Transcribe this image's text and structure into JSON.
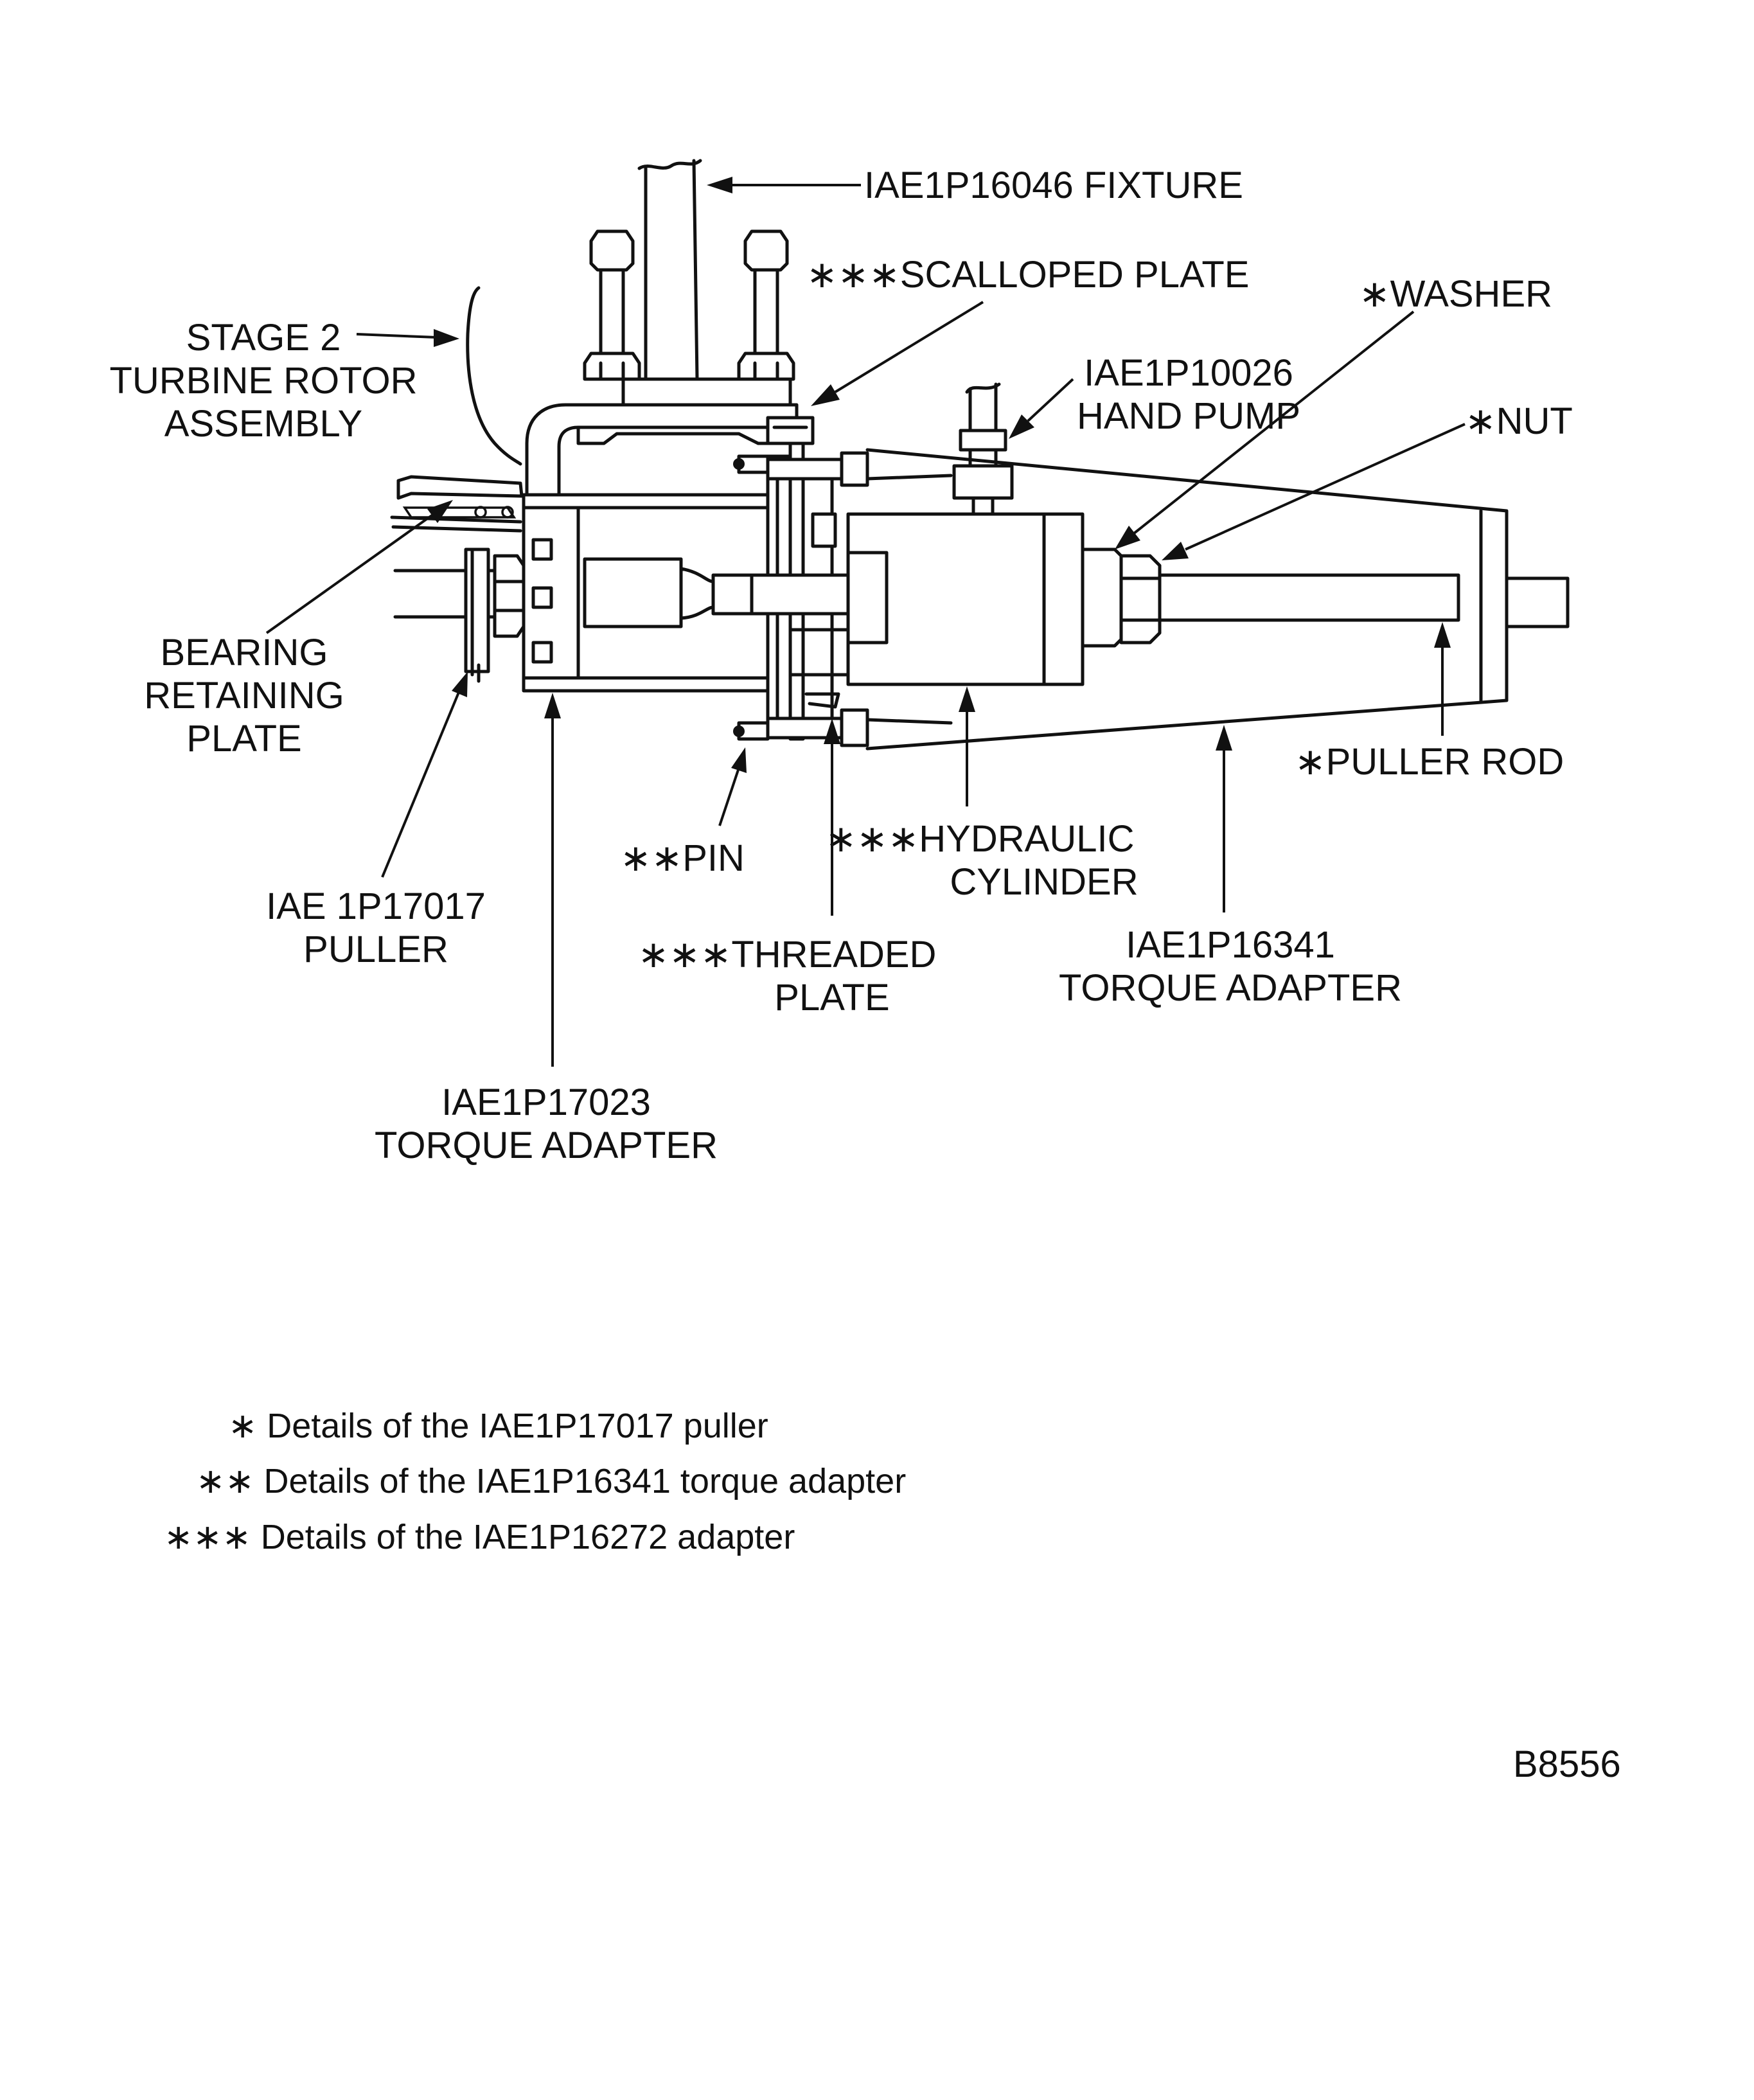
{
  "labels": {
    "fixture": "IAE1P16046 FIXTURE",
    "scalloped_plate": "∗∗∗SCALLOPED PLATE",
    "washer": "∗WASHER",
    "stage2_line1": "STAGE 2",
    "stage2_line2": "TURBINE ROTOR",
    "stage2_line3": "ASSEMBLY",
    "hand_pump_line1": "IAE1P10026",
    "hand_pump_line2": "HAND PUMP",
    "nut": "∗NUT",
    "bearing_line1": "BEARING",
    "bearing_line2": "RETAINING",
    "bearing_line3": "PLATE",
    "puller_rod": "∗PULLER ROD",
    "pin": "∗∗PIN",
    "hydraulic_line1": "∗∗∗HYDRAULIC",
    "hydraulic_line2": "CYLINDER",
    "puller_line1": "IAE 1P17017",
    "puller_line2": "PULLER",
    "threaded_line1": "∗∗∗THREADED",
    "threaded_line2": "PLATE",
    "torque16341_line1": "IAE1P16341",
    "torque16341_line2": "TORQUE ADAPTER",
    "torque17023_line1": "IAE1P17023",
    "torque17023_line2": "TORQUE ADAPTER"
  },
  "notes": [
    "∗ Details of the IAE1P17017 puller",
    "∗∗ Details of the IAE1P16341 torque adapter",
    "∗∗∗ Details of the IAE1P16272 adapter"
  ],
  "figure_id": "B8556"
}
